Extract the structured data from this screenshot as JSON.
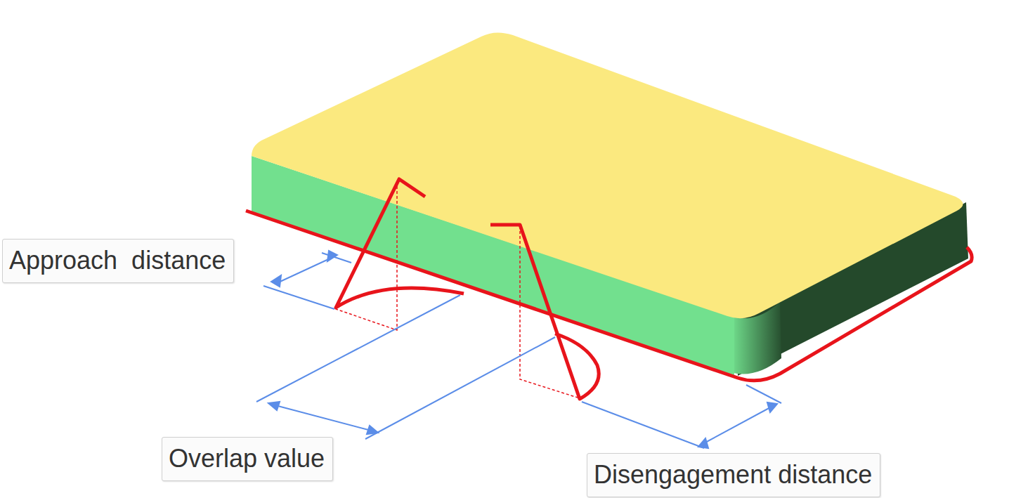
{
  "diagram": {
    "nodes": [
      {
        "text": [
          "Approach  distance"
        ]
      },
      {
        "text": [
          "Overlap value"
        ]
      },
      {
        "text": [
          "Disengagement distance"
        ]
      }
    ]
  }
}
